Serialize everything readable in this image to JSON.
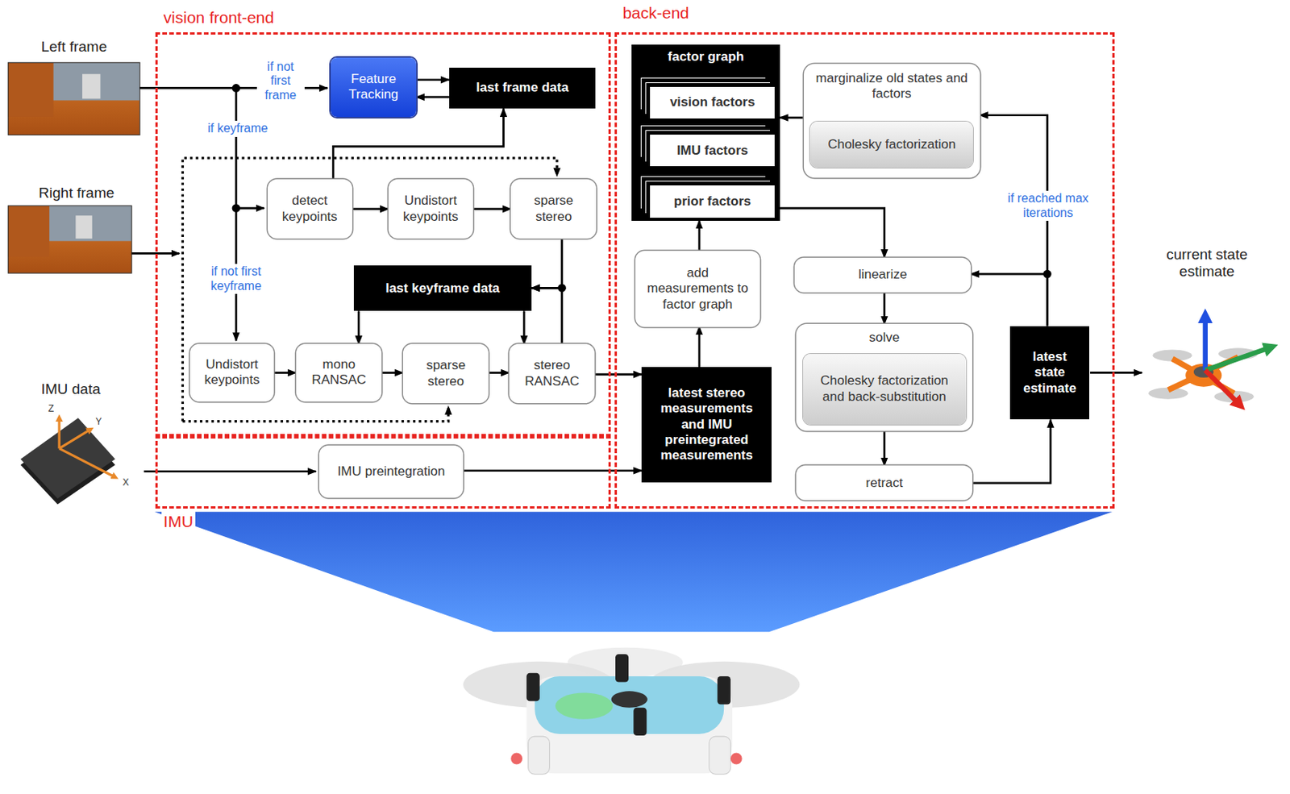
{
  "diagram": {
    "nodes": [
      {
        "text": [
          "vision front-end"
        ]
      },
      {
        "text": [
          "Feature Tracking"
        ],
        "in": 0
      },
      {
        "text": [
          "last frame data"
        ],
        "in": 0
      },
      {
        "text": [
          "detect keypoints"
        ],
        "in": 0
      },
      {
        "text": [
          "Undistort keypoints"
        ],
        "in": 0
      },
      {
        "text": [
          "sparse stereo"
        ],
        "in": 0
      },
      {
        "text": [
          "last keyframe data"
        ],
        "in": 0
      },
      {
        "text": [
          "Undistort keypoints"
        ],
        "in": 0
      },
      {
        "text": [
          "mono RANSAC"
        ],
        "in": 0
      },
      {
        "text": [
          "sparse stereo"
        ],
        "in": 0
      },
      {
        "text": [
          "stereo RANSAC"
        ],
        "in": 0
      },
      {
        "text": [
          "IMU"
        ]
      },
      {
        "text": [
          "IMU preintegration"
        ],
        "in": 11
      },
      {
        "text": [
          "back-end"
        ]
      },
      {
        "text": [
          "factor graph"
        ],
        "in": 13
      },
      {
        "text": [
          "vision factors"
        ],
        "in": 14
      },
      {
        "text": [
          "IMU factors"
        ],
        "in": 14
      },
      {
        "text": [
          "prior factors"
        ],
        "in": 14
      },
      {
        "text": [
          "marginalize old states and factors"
        ],
        "in": 13
      },
      {
        "text": [
          "Cholesky factorization"
        ],
        "in": 18
      },
      {
        "text": [
          "add measurements to factor graph"
        ],
        "in": 13
      },
      {
        "text": [
          "latest stereo measurements and IMU preintegrated measurements"
        ],
        "in": 13
      },
      {
        "text": [
          "linearize"
        ],
        "in": 13
      },
      {
        "text": [
          "solve"
        ],
        "in": 13
      },
      {
        "text": [
          "Cholesky factorization and back-substitution"
        ],
        "in": 23
      },
      {
        "text": [
          "latest state estimate"
        ],
        "in": 13
      },
      {
        "text": [
          "retract"
        ],
        "in": 13
      }
    ],
    "edges": [
      {
        "from": 1,
        "to": 2,
        "arrow": "to"
      },
      {
        "from": 2,
        "to": 1,
        "arrow": "to"
      },
      {
        "from": 3,
        "to": 2,
        "arrow": "to"
      },
      {
        "from": 3,
        "to": 4,
        "arrow": "to"
      },
      {
        "from": 4,
        "to": 5,
        "arrow": "to"
      },
      {
        "from": 5,
        "to": 6,
        "arrow": "to"
      },
      {
        "from": 10,
        "to": 6,
        "arrow": "to"
      },
      {
        "from": 6,
        "to": 8,
        "arrow": "to"
      },
      {
        "from": 6,
        "to": 10,
        "arrow": "to"
      },
      {
        "from": 7,
        "to": 8,
        "arrow": "to"
      },
      {
        "from": 8,
        "to": 9,
        "arrow": "to"
      },
      {
        "from": 9,
        "to": 10,
        "arrow": "to"
      },
      {
        "from": 10,
        "to": 21,
        "arrow": "to"
      },
      {
        "from": 12,
        "to": 21,
        "arrow": "to"
      },
      {
        "from": 21,
        "to": 20,
        "arrow": "to"
      },
      {
        "from": 20,
        "to": 14,
        "arrow": "to"
      },
      {
        "from": 18,
        "to": 14,
        "arrow": "to"
      },
      {
        "from": 14,
        "to": 22,
        "arrow": "to"
      },
      {
        "from": 22,
        "to": 23,
        "arrow": "to"
      },
      {
        "from": 23,
        "to": 26,
        "arrow": "to"
      },
      {
        "from": 26,
        "to": 25,
        "arrow": "to"
      },
      {
        "from": 25,
        "to": 22,
        "arrow": "to"
      },
      {
        "from": 25,
        "to": 18,
        "label": "if reached max iterations",
        "arrow": "to"
      }
    ],
    "labels": [
      "Left frame",
      "Right frame",
      "IMU data",
      "Z",
      "Y",
      "X",
      "if not first frame",
      "if keyframe",
      "if not first keyframe",
      "current state estimate"
    ]
  }
}
